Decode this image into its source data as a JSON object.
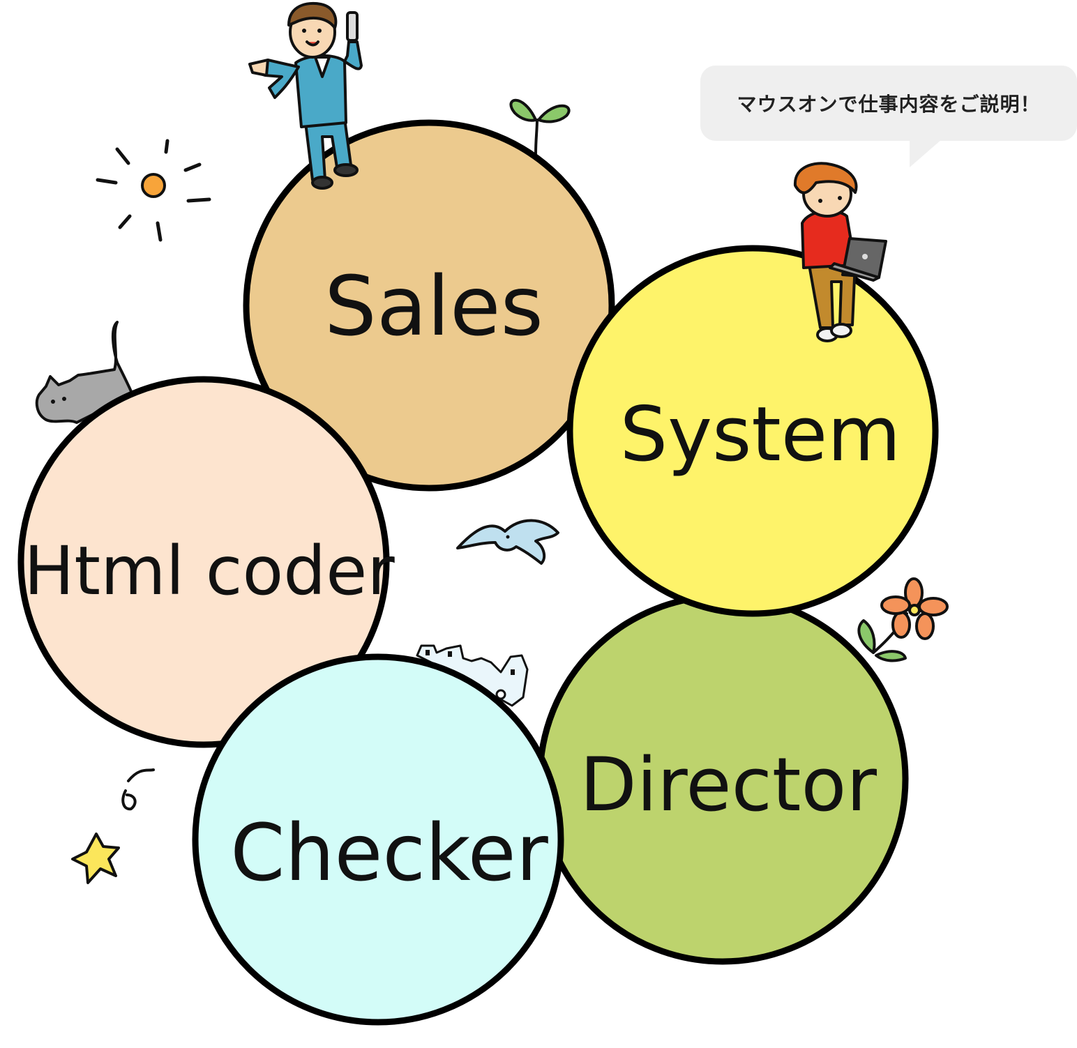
{
  "hint": {
    "text": "マウスオンで仕事内容をご説明！"
  },
  "roles": [
    {
      "id": "sales",
      "label": "Sales",
      "color": "#ecca8e"
    },
    {
      "id": "system",
      "label": "System",
      "color": "#fef36a"
    },
    {
      "id": "html-coder",
      "label": "Html coder",
      "color": "#fde4cf"
    },
    {
      "id": "checker",
      "label": "Checker",
      "color": "#d3fcf8"
    },
    {
      "id": "director",
      "label": "Director",
      "color": "#bdd36d"
    }
  ],
  "colors": {
    "outline": "#000000",
    "sun": "#f7a43a",
    "leaf": "#8bc86a",
    "bird": "#bfe0ef",
    "cat": "#a8a8a8",
    "suit": "#4aa9c8",
    "sweater": "#e62b1e",
    "hair": "#e07a2a",
    "pants": "#c28a2d",
    "flower": "#f4935a",
    "star": "#fbe65b"
  },
  "icons": [
    "sun-icon",
    "sprout-icon",
    "cat-icon",
    "bird-icon",
    "buildings-icon",
    "flower-icon",
    "star-flower-icon",
    "businessman-icon",
    "programmer-icon"
  ]
}
